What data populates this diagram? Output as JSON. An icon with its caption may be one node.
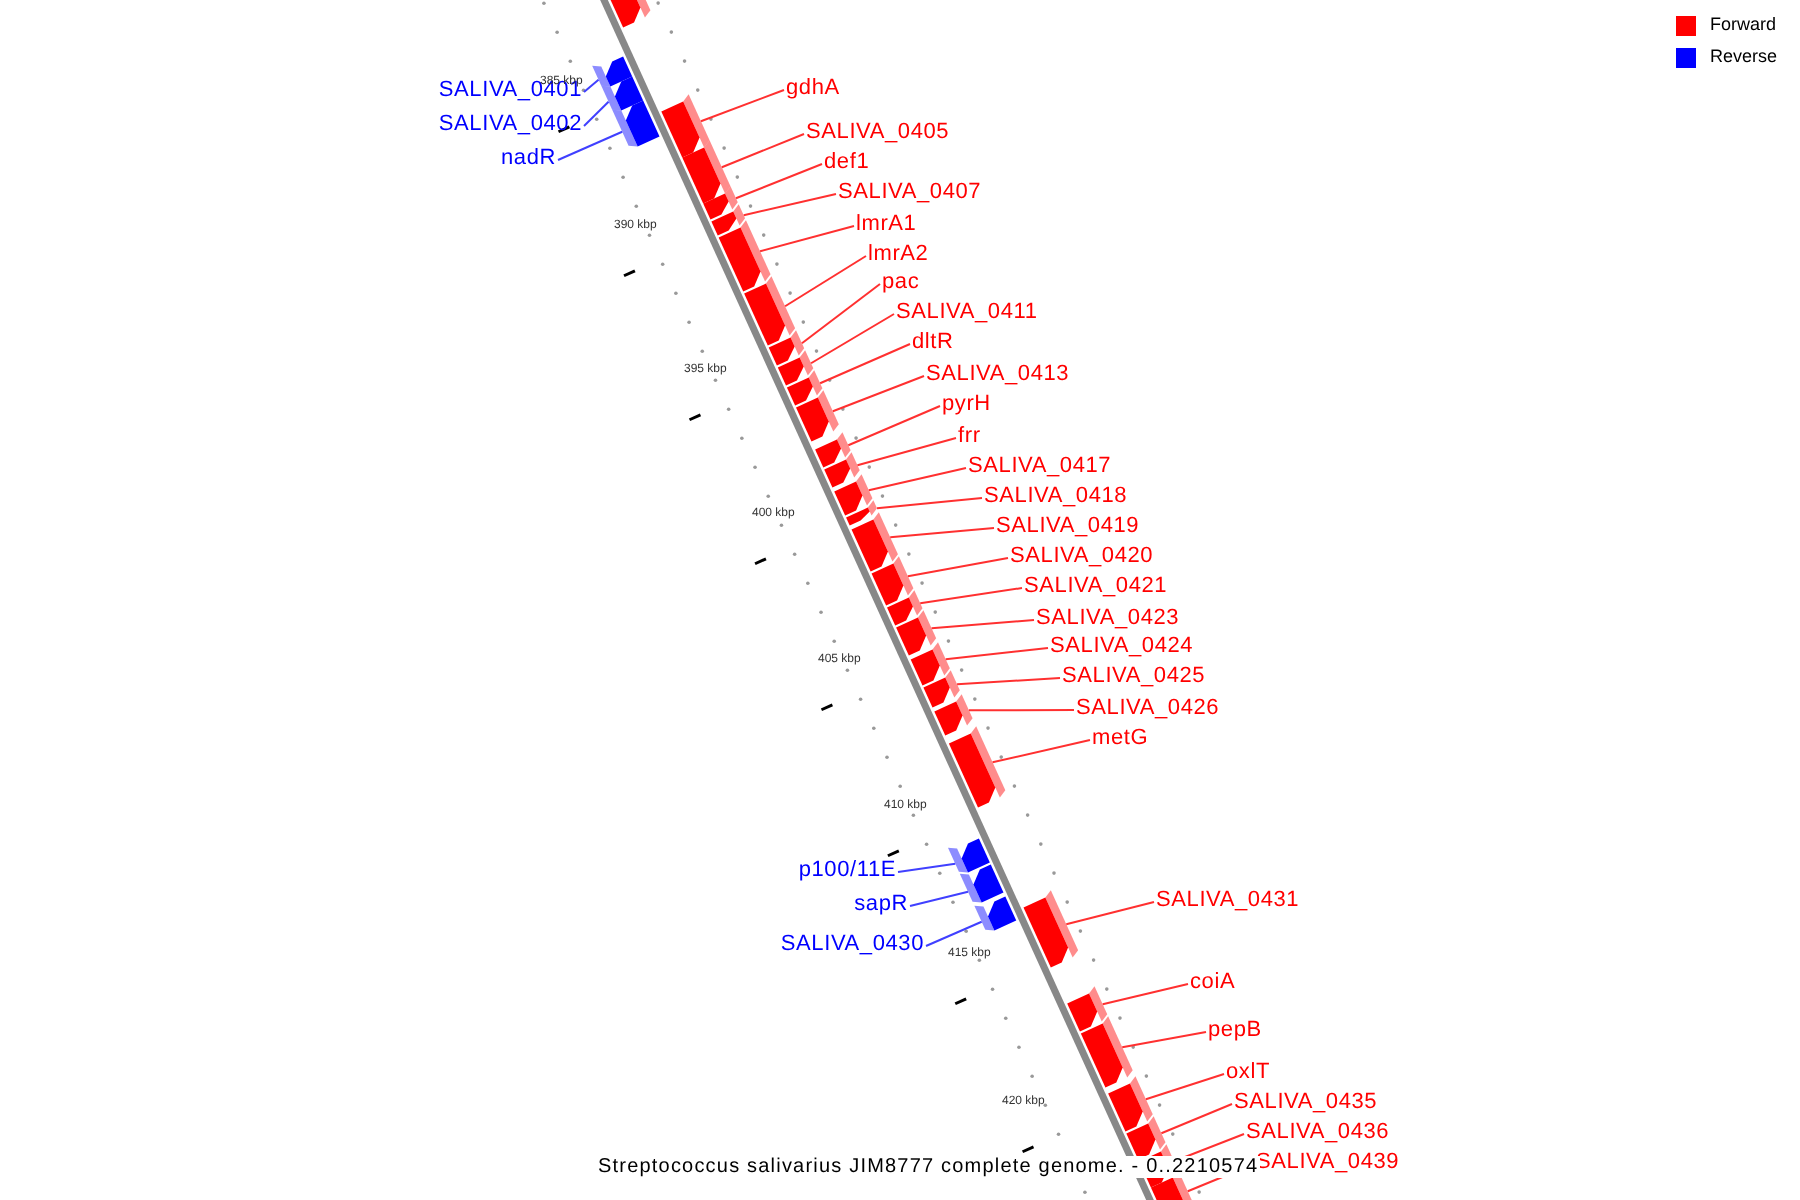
{
  "diagram": {
    "caption": "Streptococcus salivarius JIM8777 complete genome. - 0..2210574",
    "nodes": [
      {
        "text": [],
        "shape": "bar"
      },
      {
        "text": [
          "SALIVA_0401"
        ]
      },
      {
        "text": [],
        "shape": "bar"
      },
      {
        "text": [
          "SALIVA_0402"
        ]
      },
      {
        "text": [],
        "shape": "bar"
      },
      {
        "text": [
          "nadR"
        ]
      },
      {
        "text": [],
        "shape": "bar"
      },
      {
        "text": [
          "gdhA"
        ]
      },
      {
        "text": [],
        "shape": "bar"
      },
      {
        "text": [
          "SALIVA_0405"
        ]
      },
      {
        "text": [],
        "shape": "bar"
      },
      {
        "text": [
          "def1"
        ]
      },
      {
        "text": [],
        "shape": "bar"
      },
      {
        "text": [
          "SALIVA_0407"
        ]
      },
      {
        "text": [],
        "shape": "bar"
      },
      {
        "text": [
          "lmrA1"
        ]
      },
      {
        "text": [],
        "shape": "bar"
      },
      {
        "text": [
          "lmrA2"
        ]
      },
      {
        "text": [],
        "shape": "bar"
      },
      {
        "text": [
          "pac"
        ]
      },
      {
        "text": [],
        "shape": "bar"
      },
      {
        "text": [
          "SALIVA_0411"
        ]
      },
      {
        "text": [],
        "shape": "bar"
      },
      {
        "text": [
          "dltR"
        ]
      },
      {
        "text": [],
        "shape": "bar"
      },
      {
        "text": [
          "SALIVA_0413"
        ]
      },
      {
        "text": [],
        "shape": "bar"
      },
      {
        "text": [
          "pyrH"
        ]
      },
      {
        "text": [],
        "shape": "bar"
      },
      {
        "text": [
          "frr"
        ]
      },
      {
        "text": [],
        "shape": "bar"
      },
      {
        "text": [
          "SALIVA_0417"
        ]
      },
      {
        "text": [],
        "shape": "bar"
      },
      {
        "text": [
          "SALIVA_0418"
        ]
      },
      {
        "text": [],
        "shape": "bar"
      },
      {
        "text": [
          "SALIVA_0419"
        ]
      },
      {
        "text": [],
        "shape": "bar"
      },
      {
        "text": [
          "SALIVA_0420"
        ]
      },
      {
        "text": [],
        "shape": "bar"
      },
      {
        "text": [
          "SALIVA_0421"
        ]
      },
      {
        "text": [],
        "shape": "bar"
      },
      {
        "text": [
          "SALIVA_0423"
        ]
      },
      {
        "text": [],
        "shape": "bar"
      },
      {
        "text": [
          "SALIVA_0424"
        ]
      },
      {
        "text": [],
        "shape": "bar"
      },
      {
        "text": [
          "SALIVA_0425"
        ]
      },
      {
        "text": [],
        "shape": "bar"
      },
      {
        "text": [
          "SALIVA_0426"
        ]
      },
      {
        "text": [],
        "shape": "bar"
      },
      {
        "text": [
          "metG"
        ]
      },
      {
        "text": [],
        "shape": "bar"
      },
      {
        "text": [
          "p100/11E"
        ]
      },
      {
        "text": [],
        "shape": "bar"
      },
      {
        "text": [
          "sapR"
        ]
      },
      {
        "text": [],
        "shape": "bar"
      },
      {
        "text": [
          "SALIVA_0430"
        ]
      },
      {
        "text": [],
        "shape": "bar"
      },
      {
        "text": [
          "SALIVA_0431"
        ]
      },
      {
        "text": [],
        "shape": "bar"
      },
      {
        "text": [
          "coiA"
        ]
      },
      {
        "text": [],
        "shape": "bar"
      },
      {
        "text": [
          "pepB"
        ]
      },
      {
        "text": [],
        "shape": "bar"
      },
      {
        "text": [
          "oxlT"
        ]
      },
      {
        "text": [],
        "shape": "bar"
      },
      {
        "text": [
          "SALIVA_0435"
        ]
      },
      {
        "text": [],
        "shape": "bar"
      },
      {
        "text": [
          "SALIVA_0436"
        ]
      },
      {
        "text": [],
        "shape": "bar"
      },
      {
        "text": [
          "SALIVA_0439"
        ]
      },
      {
        "text": [],
        "shape": "bar"
      }
    ],
    "edges": [
      {
        "from": 1,
        "to": 2,
        "arrow": "none",
        "color": "#4040ff"
      },
      {
        "from": 3,
        "to": 4,
        "arrow": "none",
        "color": "#4040ff"
      },
      {
        "from": 5,
        "to": 6,
        "arrow": "none",
        "color": "#4040ff"
      },
      {
        "from": 7,
        "to": 8,
        "arrow": "none"
      },
      {
        "from": 9,
        "to": 10,
        "arrow": "none"
      },
      {
        "from": 11,
        "to": 12,
        "arrow": "none"
      },
      {
        "from": 13,
        "to": 14,
        "arrow": "none"
      },
      {
        "from": 15,
        "to": 16,
        "arrow": "none"
      },
      {
        "from": 17,
        "to": 18,
        "arrow": "none"
      },
      {
        "from": 19,
        "to": 20,
        "arrow": "none"
      },
      {
        "from": 21,
        "to": 22,
        "arrow": "none"
      },
      {
        "from": 23,
        "to": 24,
        "arrow": "none"
      },
      {
        "from": 25,
        "to": 26,
        "arrow": "none"
      },
      {
        "from": 27,
        "to": 28,
        "arrow": "none"
      },
      {
        "from": 29,
        "to": 30,
        "arrow": "none"
      },
      {
        "from": 31,
        "to": 32,
        "arrow": "none"
      },
      {
        "from": 33,
        "to": 34,
        "arrow": "none"
      },
      {
        "from": 35,
        "to": 36,
        "arrow": "none"
      },
      {
        "from": 37,
        "to": 38,
        "arrow": "none"
      },
      {
        "from": 39,
        "to": 40,
        "arrow": "none"
      },
      {
        "from": 41,
        "to": 42,
        "arrow": "none"
      },
      {
        "from": 43,
        "to": 44,
        "arrow": "none"
      },
      {
        "from": 45,
        "to": 46,
        "arrow": "none"
      },
      {
        "from": 47,
        "to": 48,
        "arrow": "none"
      },
      {
        "from": 49,
        "to": 50,
        "arrow": "none"
      },
      {
        "from": 51,
        "to": 52,
        "arrow": "none",
        "color": "#4040ff"
      },
      {
        "from": 53,
        "to": 54,
        "arrow": "none",
        "color": "#4040ff"
      },
      {
        "from": 55,
        "to": 56,
        "arrow": "none",
        "color": "#4040ff"
      },
      {
        "from": 57,
        "to": 58,
        "arrow": "none"
      },
      {
        "from": 59,
        "to": 60,
        "arrow": "none"
      },
      {
        "from": 61,
        "to": 62,
        "arrow": "none"
      },
      {
        "from": 63,
        "to": 64,
        "arrow": "none"
      },
      {
        "from": 65,
        "to": 66,
        "arrow": "none"
      },
      {
        "from": 67,
        "to": 68,
        "arrow": "none"
      },
      {
        "from": 69,
        "to": 70,
        "arrow": "none"
      }
    ],
    "labels": [
      "385 kbp",
      "390 kbp",
      "395 kbp",
      "400 kbp",
      "405 kbp",
      "410 kbp",
      "415 kbp",
      "420 kbp"
    ],
    "legend": [
      {
        "text": "Forward",
        "color": "#ff0000"
      },
      {
        "text": "Reverse",
        "color": "#0000ff"
      }
    ]
  }
}
